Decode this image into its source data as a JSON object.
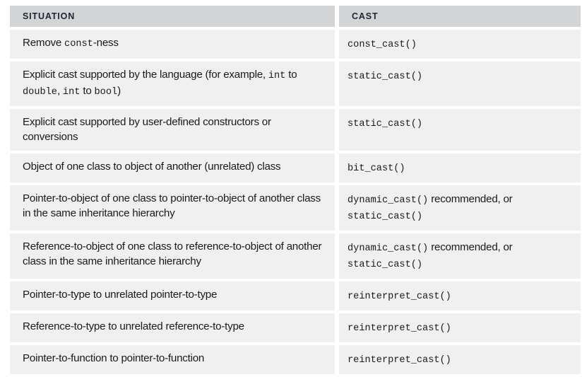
{
  "table": {
    "headers": {
      "situation": "SITUATION",
      "cast": "CAST"
    },
    "colors": {
      "header_background": "#d3d4d6",
      "row_background": "#f0f0f0",
      "page_background": "#ffffff",
      "text": "#1a1a1a",
      "header_text": "#1c2733"
    },
    "rows": [
      {
        "situation_parts": [
          {
            "text": "Remove ",
            "style": "sans"
          },
          {
            "text": "const",
            "style": "mono"
          },
          {
            "text": "-ness",
            "style": "sans"
          }
        ],
        "situation_plain": "Remove const-ness",
        "cast_parts": [
          {
            "text": "const_cast()",
            "style": "mono"
          }
        ],
        "cast_plain": "const_cast()"
      },
      {
        "situation_parts": [
          {
            "text": "Explicit cast supported by the language (for example, ",
            "style": "sans"
          },
          {
            "text": "int",
            "style": "mono"
          },
          {
            "text": " to ",
            "style": "sans"
          },
          {
            "text": "double",
            "style": "mono"
          },
          {
            "text": ", ",
            "style": "sans"
          },
          {
            "text": "int",
            "style": "mono"
          },
          {
            "text": " to ",
            "style": "sans"
          },
          {
            "text": "bool",
            "style": "mono"
          },
          {
            "text": ")",
            "style": "sans"
          }
        ],
        "situation_plain": "Explicit cast supported by the language (for example, int to double, int to bool)",
        "cast_parts": [
          {
            "text": "static_cast()",
            "style": "mono"
          }
        ],
        "cast_plain": "static_cast()"
      },
      {
        "situation_parts": [
          {
            "text": "Explicit cast supported by user-defined constructors or conversions",
            "style": "sans"
          }
        ],
        "situation_plain": "Explicit cast supported by user-defined constructors or conversions",
        "cast_parts": [
          {
            "text": "static_cast()",
            "style": "mono"
          }
        ],
        "cast_plain": "static_cast()"
      },
      {
        "situation_parts": [
          {
            "text": "Object of one class to object of another (unrelated) class",
            "style": "sans"
          }
        ],
        "situation_plain": "Object of one class to object of another (unrelated) class",
        "cast_parts": [
          {
            "text": "bit_cast()",
            "style": "mono"
          }
        ],
        "cast_plain": "bit_cast()"
      },
      {
        "situation_parts": [
          {
            "text": "Pointer-to-object of one class to pointer-to-object of another class in the same inheritance hierarchy",
            "style": "sans"
          }
        ],
        "situation_plain": "Pointer-to-object of one class to pointer-to-object of another class in the same inheritance hierarchy",
        "cast_parts": [
          {
            "text": "dynamic_cast()",
            "style": "mono"
          },
          {
            "text": " recommended, or",
            "style": "sans"
          },
          {
            "text": "\n",
            "style": "break"
          },
          {
            "text": "static_cast()",
            "style": "mono"
          }
        ],
        "cast_plain": "dynamic_cast() recommended, or static_cast()"
      },
      {
        "situation_parts": [
          {
            "text": "Reference-to-object of one class to reference-to-object of another class in the same inheritance hierarchy",
            "style": "sans"
          }
        ],
        "situation_plain": "Reference-to-object of one class to reference-to-object of another class in the same inheritance hierarchy",
        "cast_parts": [
          {
            "text": "dynamic_cast()",
            "style": "mono"
          },
          {
            "text": " recommended, or",
            "style": "sans"
          },
          {
            "text": "\n",
            "style": "break"
          },
          {
            "text": "static_cast()",
            "style": "mono"
          }
        ],
        "cast_plain": "dynamic_cast() recommended, or static_cast()"
      },
      {
        "situation_parts": [
          {
            "text": "Pointer-to-type to unrelated pointer-to-type",
            "style": "sans"
          }
        ],
        "situation_plain": "Pointer-to-type to unrelated pointer-to-type",
        "cast_parts": [
          {
            "text": "reinterpret_cast()",
            "style": "mono"
          }
        ],
        "cast_plain": "reinterpret_cast()"
      },
      {
        "situation_parts": [
          {
            "text": "Reference-to-type to unrelated reference-to-type",
            "style": "sans"
          }
        ],
        "situation_plain": "Reference-to-type to unrelated reference-to-type",
        "cast_parts": [
          {
            "text": "reinterpret_cast()",
            "style": "mono"
          }
        ],
        "cast_plain": "reinterpret_cast()"
      },
      {
        "situation_parts": [
          {
            "text": "Pointer-to-function to pointer-to-function",
            "style": "sans"
          }
        ],
        "situation_plain": "Pointer-to-function to pointer-to-function",
        "cast_parts": [
          {
            "text": "reinterpret_cast()",
            "style": "mono"
          }
        ],
        "cast_plain": "reinterpret_cast()"
      }
    ]
  }
}
